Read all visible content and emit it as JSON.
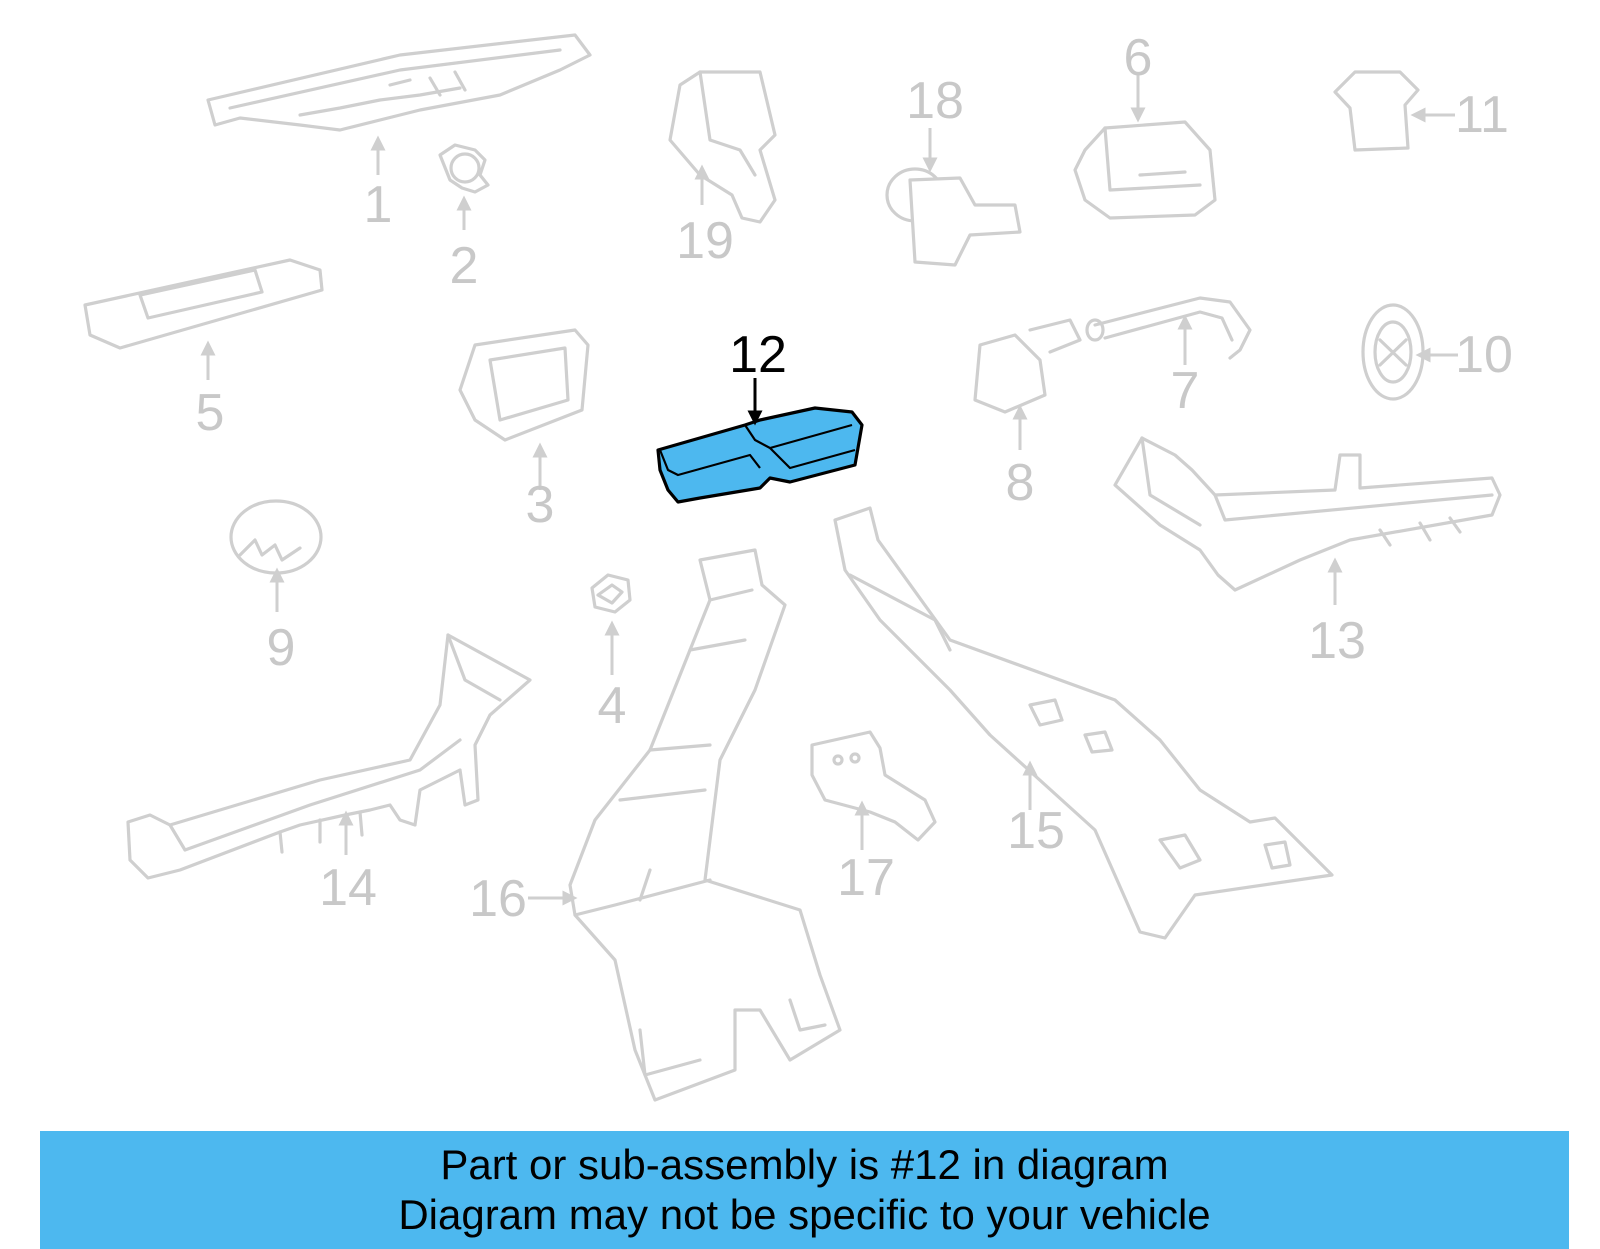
{
  "diagram": {
    "highlighted_part": "12",
    "callouts": [
      "1",
      "2",
      "3",
      "4",
      "5",
      "6",
      "7",
      "8",
      "9",
      "10",
      "11",
      "12",
      "13",
      "14",
      "15",
      "16",
      "17",
      "18",
      "19"
    ]
  },
  "banner": {
    "line1": "Part or sub-assembly is #12 in diagram",
    "line2": "Diagram may not be specific to your vehicle",
    "background": "#4db8ef"
  },
  "colors": {
    "part_outline": "#cfcfcf",
    "highlight_fill": "#4db8ef",
    "highlight_outline": "#000000"
  }
}
